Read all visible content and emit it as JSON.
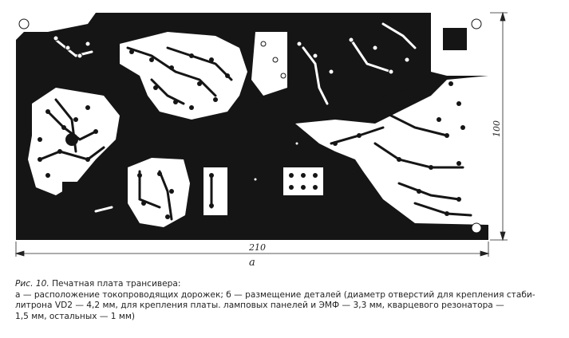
{
  "figure": {
    "width_label": "210",
    "height_label": "100",
    "sublabel": "a"
  },
  "caption": {
    "fig_prefix": "Рис. 10.",
    "title": "Печатная плата трансивера:",
    "line1": "а — расположение токопроводящих дорожек; б — размещение деталей (диаметр отверстий для крепления стаби-",
    "line2": "литрона VD2 — 4,2 мм, для крепления платы. ламповых панелей и ЭМФ — 3,3 мм, кварцевого резонатора —",
    "line3": "1,5 мм, остальных — 1 мм)"
  },
  "colors": {
    "ink": "#151515",
    "paper": "#ffffff"
  }
}
